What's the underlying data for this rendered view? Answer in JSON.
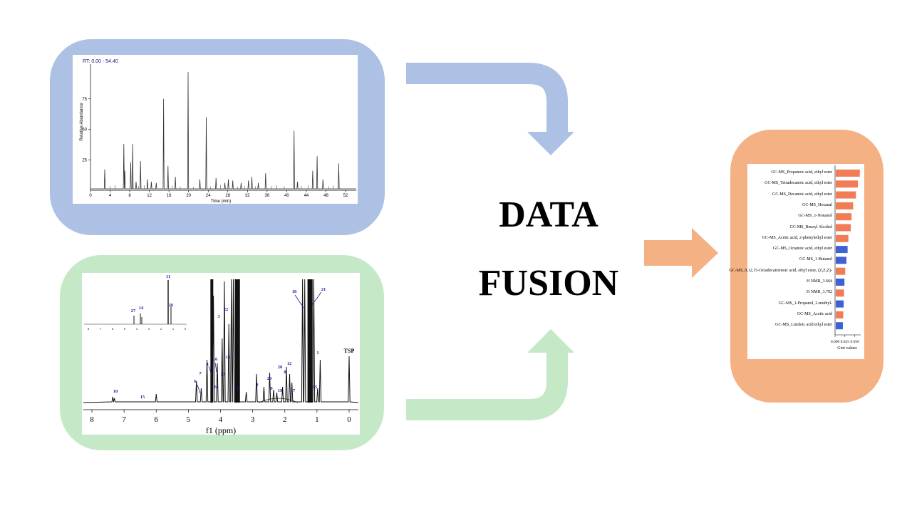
{
  "center_text": {
    "line1": "DATA",
    "line2": "FUSION"
  },
  "colors": {
    "gc_panel": "#adc1e5",
    "nmr_panel": "#c5e9c6",
    "result_panel": "#f4b183",
    "positive_bar": "#f17c56",
    "negative_bar": "#4060d4",
    "peak_label": "#1a1aa6"
  },
  "gc_chart": {
    "title": "RT: 0.00 - 54.40",
    "ylabel": "Relative Abundance",
    "xlabel": "Time (min)",
    "x_ticks": [
      "0",
      "4",
      "8",
      "12",
      "16",
      "20",
      "24",
      "28",
      "32",
      "36",
      "40",
      "44",
      "48",
      "52"
    ],
    "y_ticks": [
      "25",
      "50",
      "75"
    ]
  },
  "nmr_chart": {
    "xlabel": "f1 (ppm)",
    "x_ticks": [
      "8",
      "7",
      "6",
      "5",
      "4",
      "3",
      "2",
      "1",
      "0"
    ],
    "peak_labels": [
      "10",
      "15",
      "6",
      "7",
      "4",
      "16",
      "24",
      "23",
      "3",
      "22",
      "13",
      "5",
      "2",
      "9",
      "20",
      "19",
      "8",
      "28",
      "12",
      "17",
      "25",
      "1",
      "18",
      "21",
      "TSP"
    ],
    "inset_labels": [
      "27",
      "14",
      "11",
      "26"
    ]
  },
  "chart_data": {
    "type": "bar",
    "xlabel": "Gini values",
    "x_ticks": [
      "0.000",
      "0.025",
      "0.050"
    ],
    "categories": [
      "GC-MS_Propanoic acid, ethyl ester",
      "GC-MS_Tetradecanoic acid, ethyl ester",
      "GC-MS_Decanoic acid, ethyl ester",
      "GC-MS_Hexanal",
      "GC-MS_1-Nonanol",
      "GC-MS_Benzyl Alcohol",
      "GC-MS_Acetic acid, 2-phenylethyl ester",
      "GC-MS_Octanoic acid, ethyl ester",
      "GC-MS_1-Butanol",
      "GC-MS_9,12,15-Octadecatrienoic acid, ethyl ester, (Z,Z,Z)-",
      "H NMR_3.664",
      "H NMR_3.702",
      "GC-MS_1-Propanol, 2-methyl-",
      "GC-MS_Acetic acid",
      "GC-MS_Linoleic acid ethyl ester"
    ],
    "values": [
      0.061,
      0.056,
      0.051,
      0.044,
      0.04,
      0.038,
      0.032,
      0.03,
      0.027,
      0.024,
      0.022,
      0.021,
      0.02,
      0.019,
      0.018
    ],
    "directions": [
      "positive",
      "positive",
      "positive",
      "positive",
      "positive",
      "positive",
      "positive",
      "negative",
      "negative",
      "positive",
      "negative",
      "positive",
      "negative",
      "positive",
      "negative"
    ],
    "xlim": [
      0,
      0.065
    ]
  }
}
